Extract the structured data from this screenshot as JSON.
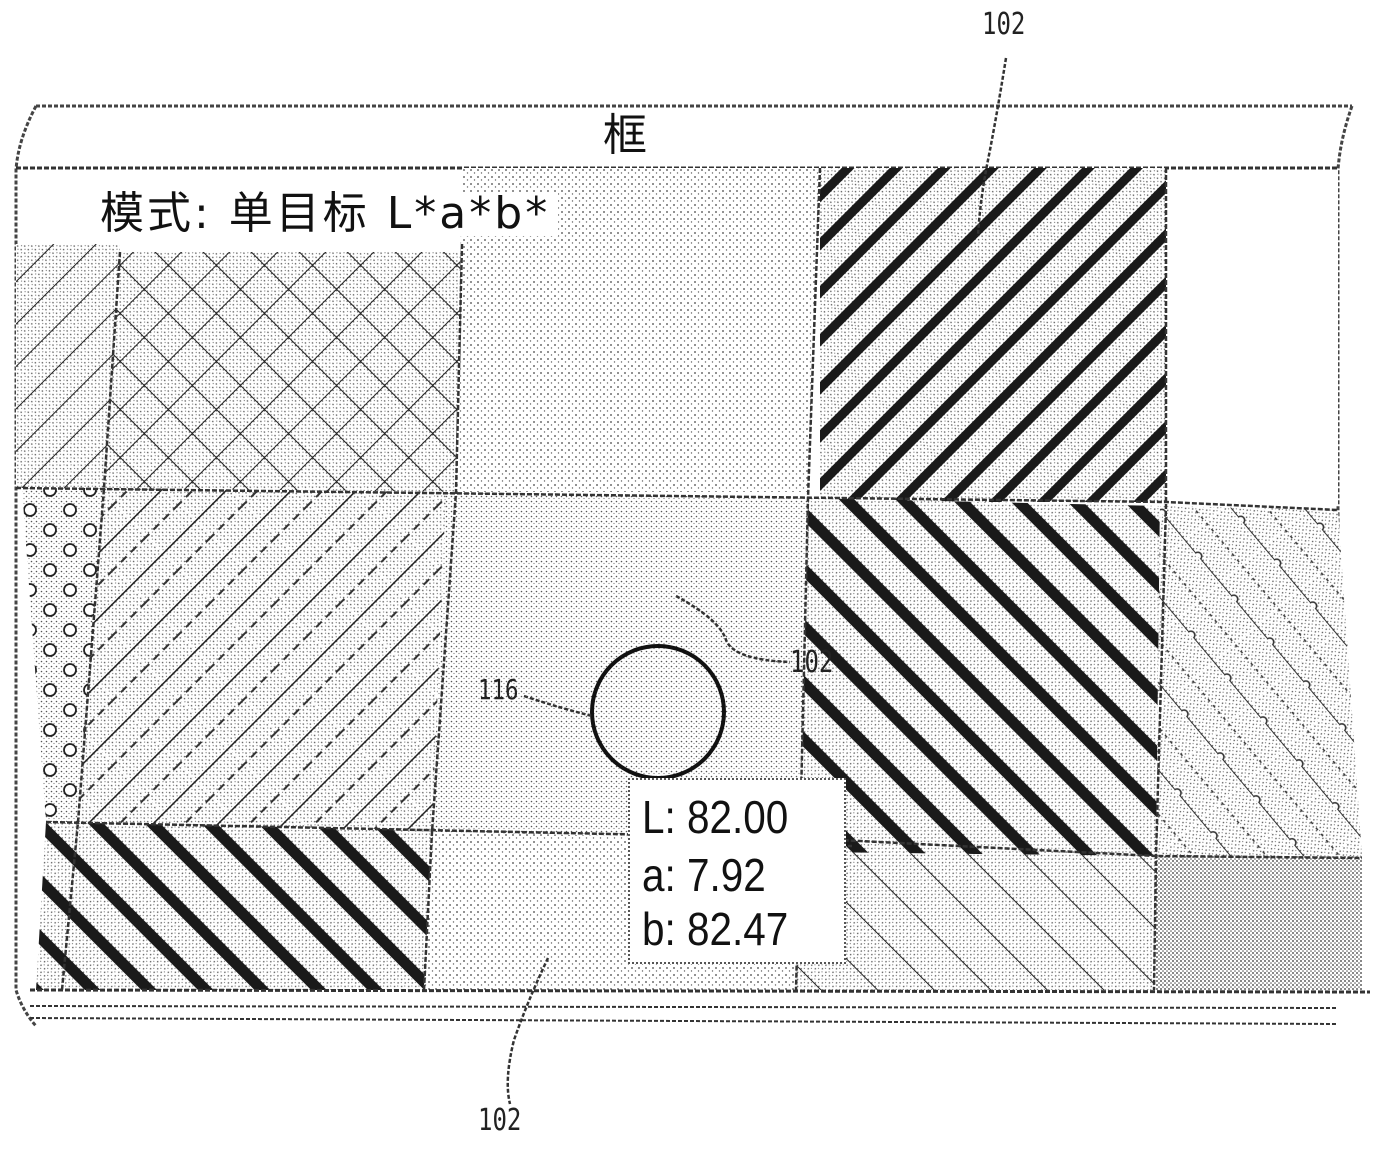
{
  "frame": {
    "title": "框"
  },
  "mode": {
    "label": "模式: 单目标 L*a*b*"
  },
  "reference_numerals": {
    "top": "102",
    "middle": "102",
    "bottom": "102",
    "sample_circle": "116"
  },
  "readout": {
    "l_label": "L",
    "l_value": "82.00",
    "a_label": "a",
    "a_value": "7.92",
    "b_label": "b",
    "b_value": "82.47"
  },
  "colors": {
    "ink": "#111111",
    "dots": "#555555",
    "paper": "#ffffff"
  }
}
